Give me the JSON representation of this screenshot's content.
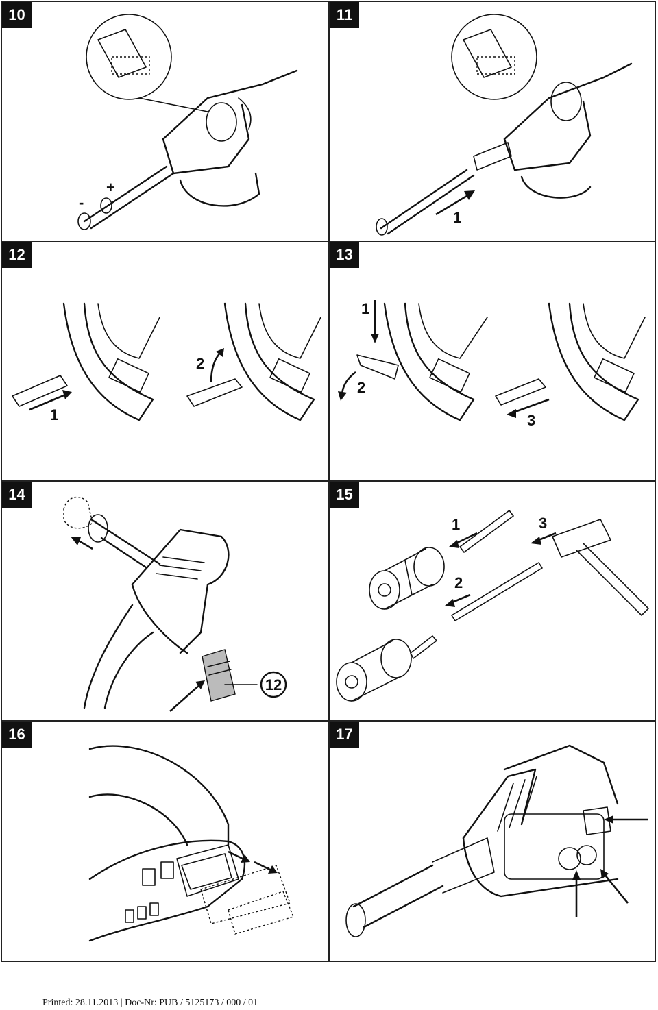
{
  "panels": [
    {
      "number": "10",
      "labels": {
        "minus": "-",
        "plus": "+"
      }
    },
    {
      "number": "11",
      "labels": {
        "step1": "1"
      }
    },
    {
      "number": "12",
      "labels": {
        "step1": "1",
        "step2": "2"
      }
    },
    {
      "number": "13",
      "labels": {
        "step1": "1",
        "step2": "2",
        "step3": "3"
      }
    },
    {
      "number": "14",
      "labels": {
        "callout": "12"
      }
    },
    {
      "number": "15",
      "labels": {
        "step1": "1",
        "step2": "2",
        "step3": "3"
      }
    },
    {
      "number": "16",
      "labels": {}
    },
    {
      "number": "17",
      "labels": {}
    }
  ],
  "footer": "Printed: 28.11.2013 | Doc-Nr: PUB / 5125173 / 000 / 01"
}
